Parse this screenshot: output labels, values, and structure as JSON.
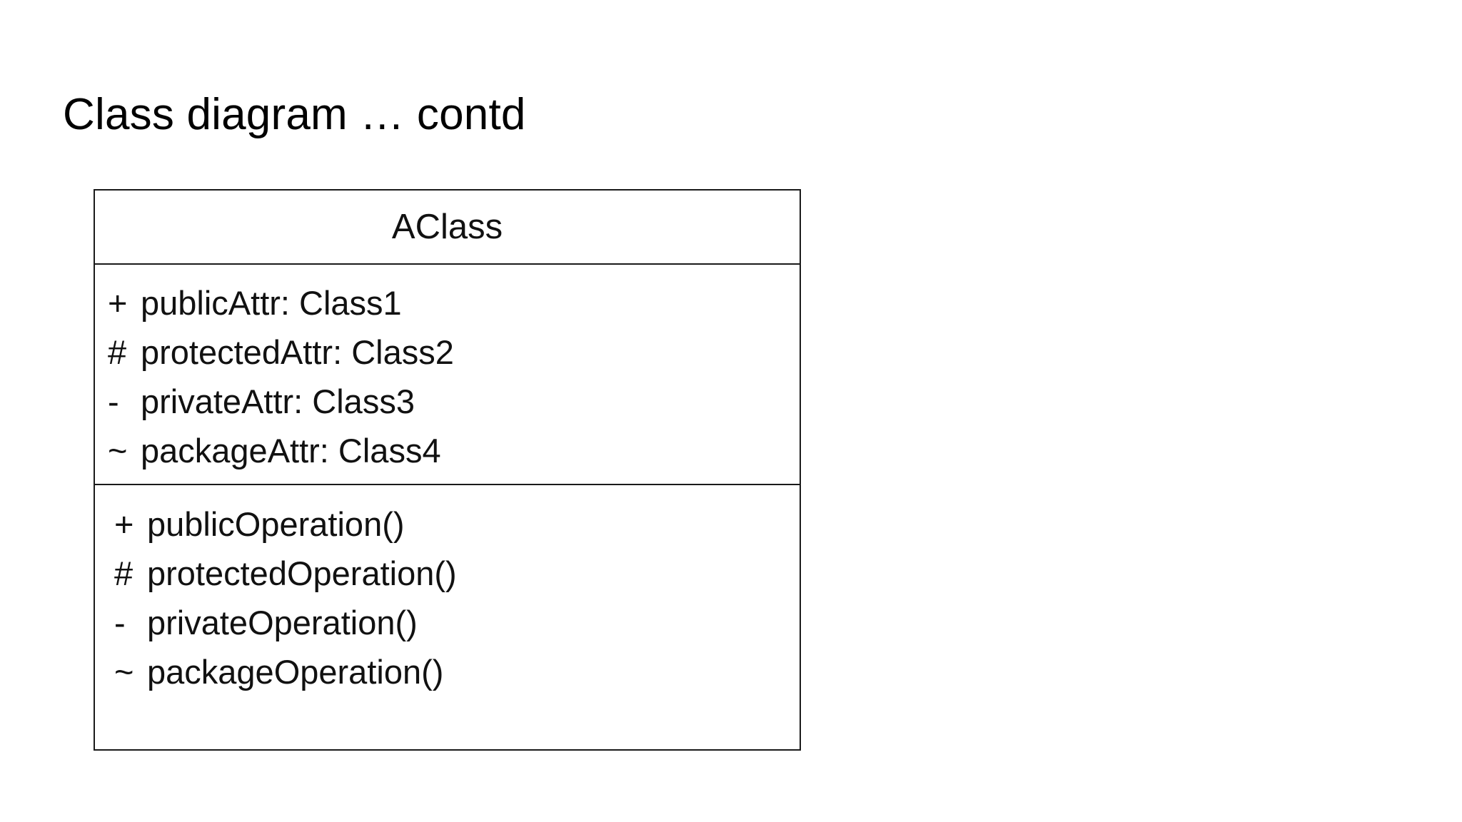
{
  "slide": {
    "title": "Class diagram … contd",
    "background_color": "#ffffff",
    "text_color": "#000000"
  },
  "uml_class": {
    "name": "AClass",
    "border_color": "#1a1a1a",
    "fill_color": "#ffffff",
    "attributes": [
      {
        "visibility": "+",
        "text": "publicAttr: Class1"
      },
      {
        "visibility": "#",
        "text": "protectedAttr: Class2"
      },
      {
        "visibility": "-",
        "text": "privateAttr: Class3"
      },
      {
        "visibility": "~",
        "text": "packageAttr: Class4"
      }
    ],
    "operations": [
      {
        "visibility": "+",
        "text": "publicOperation()"
      },
      {
        "visibility": "#",
        "text": "protectedOperation()"
      },
      {
        "visibility": "-",
        "text": "privateOperation()"
      },
      {
        "visibility": "~",
        "text": "packageOperation()"
      }
    ]
  }
}
